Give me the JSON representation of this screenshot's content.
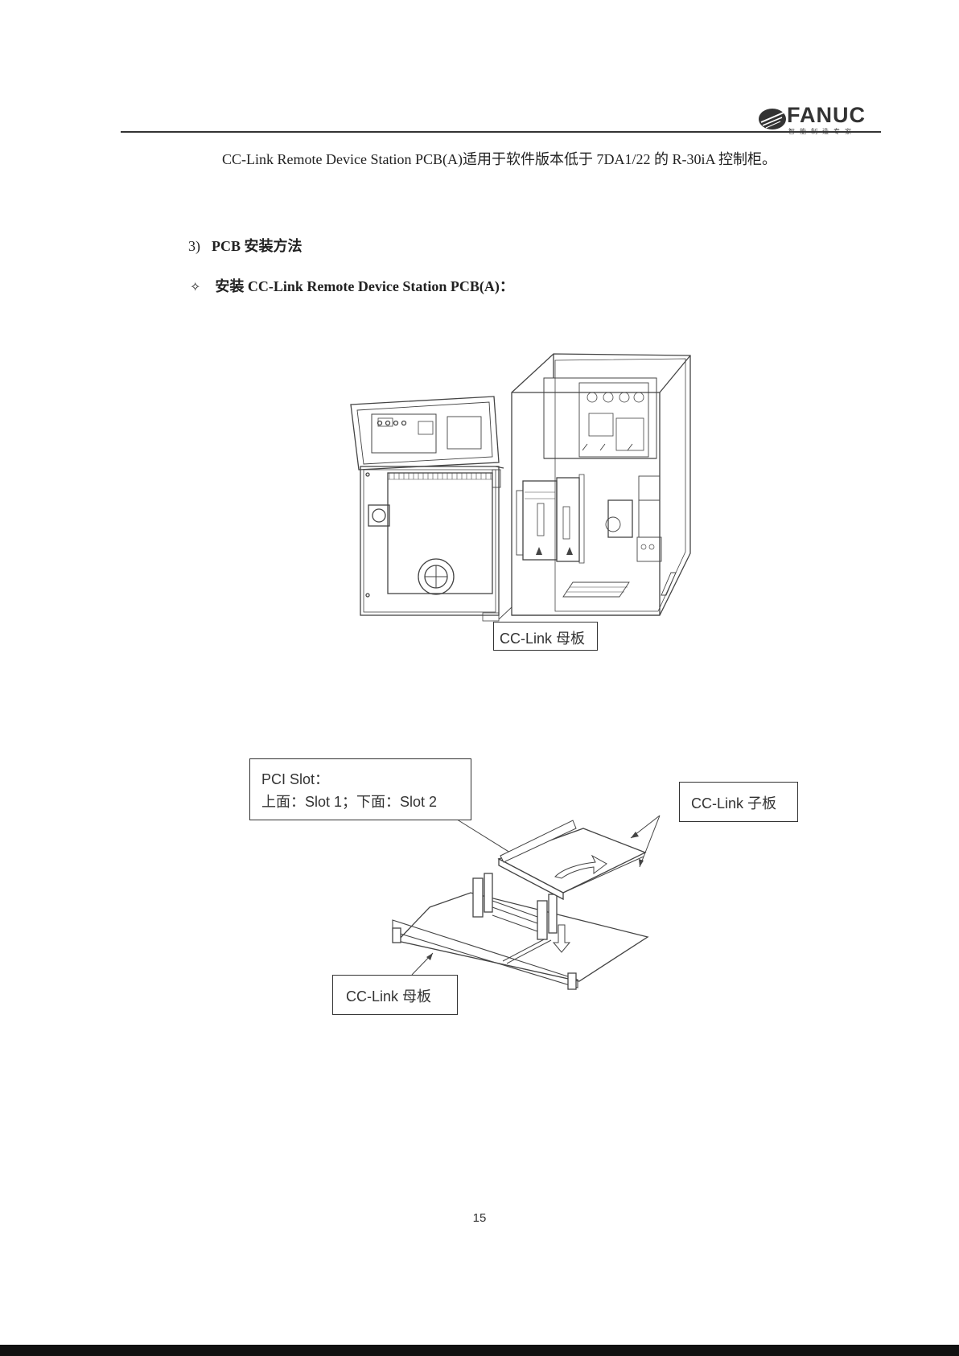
{
  "header": {
    "logo_text": "FANUC",
    "logo_subtitle": "智能制造专家"
  },
  "intro": {
    "text": "CC-Link Remote Device Station PCB(A)适用于软件版本低于 7DA1/22 的 R-30iA 控制柜。"
  },
  "section": {
    "number": "3)",
    "title": "PCB 安装方法"
  },
  "step": {
    "bullet": "✧",
    "text": "安装 CC-Link Remote Device Station PCB(A)："
  },
  "figure1": {
    "label_motherboard": "CC-Link 母板"
  },
  "figure2": {
    "slot_title": "PCI Slot：",
    "slot_detail": "上面：Slot 1；下面：Slot 2",
    "label_daughterboard": "CC-Link 子板",
    "label_motherboard": "CC-Link 母板"
  },
  "footer": {
    "page_number": "15"
  }
}
